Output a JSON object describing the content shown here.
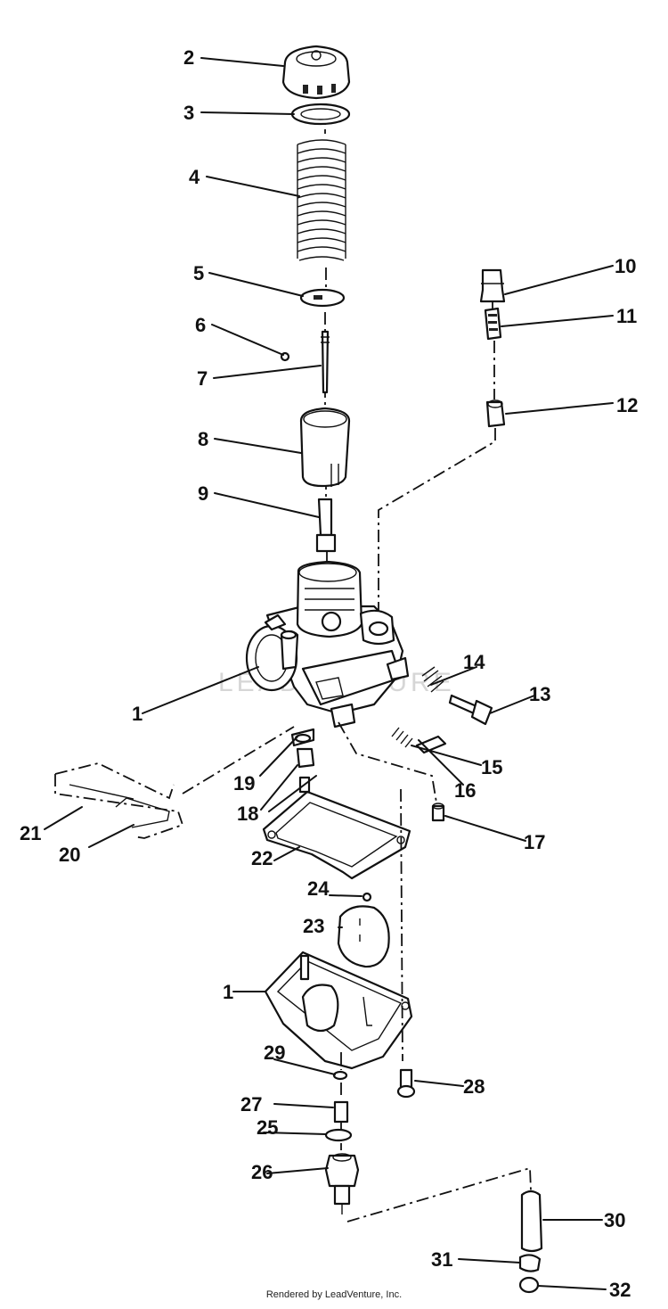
{
  "diagram": {
    "callouts": [
      "1",
      "2",
      "3",
      "4",
      "5",
      "6",
      "7",
      "8",
      "9",
      "10",
      "11",
      "12",
      "13",
      "14",
      "15",
      "16",
      "17",
      "18",
      "19",
      "20",
      "21",
      "22",
      "23",
      "24",
      "25",
      "26",
      "27",
      "28",
      "29",
      "30",
      "31",
      "32",
      "1"
    ],
    "watermark": "LEADVENTURE"
  },
  "footer": {
    "credit": "Rendered by LeadVenture, Inc."
  }
}
